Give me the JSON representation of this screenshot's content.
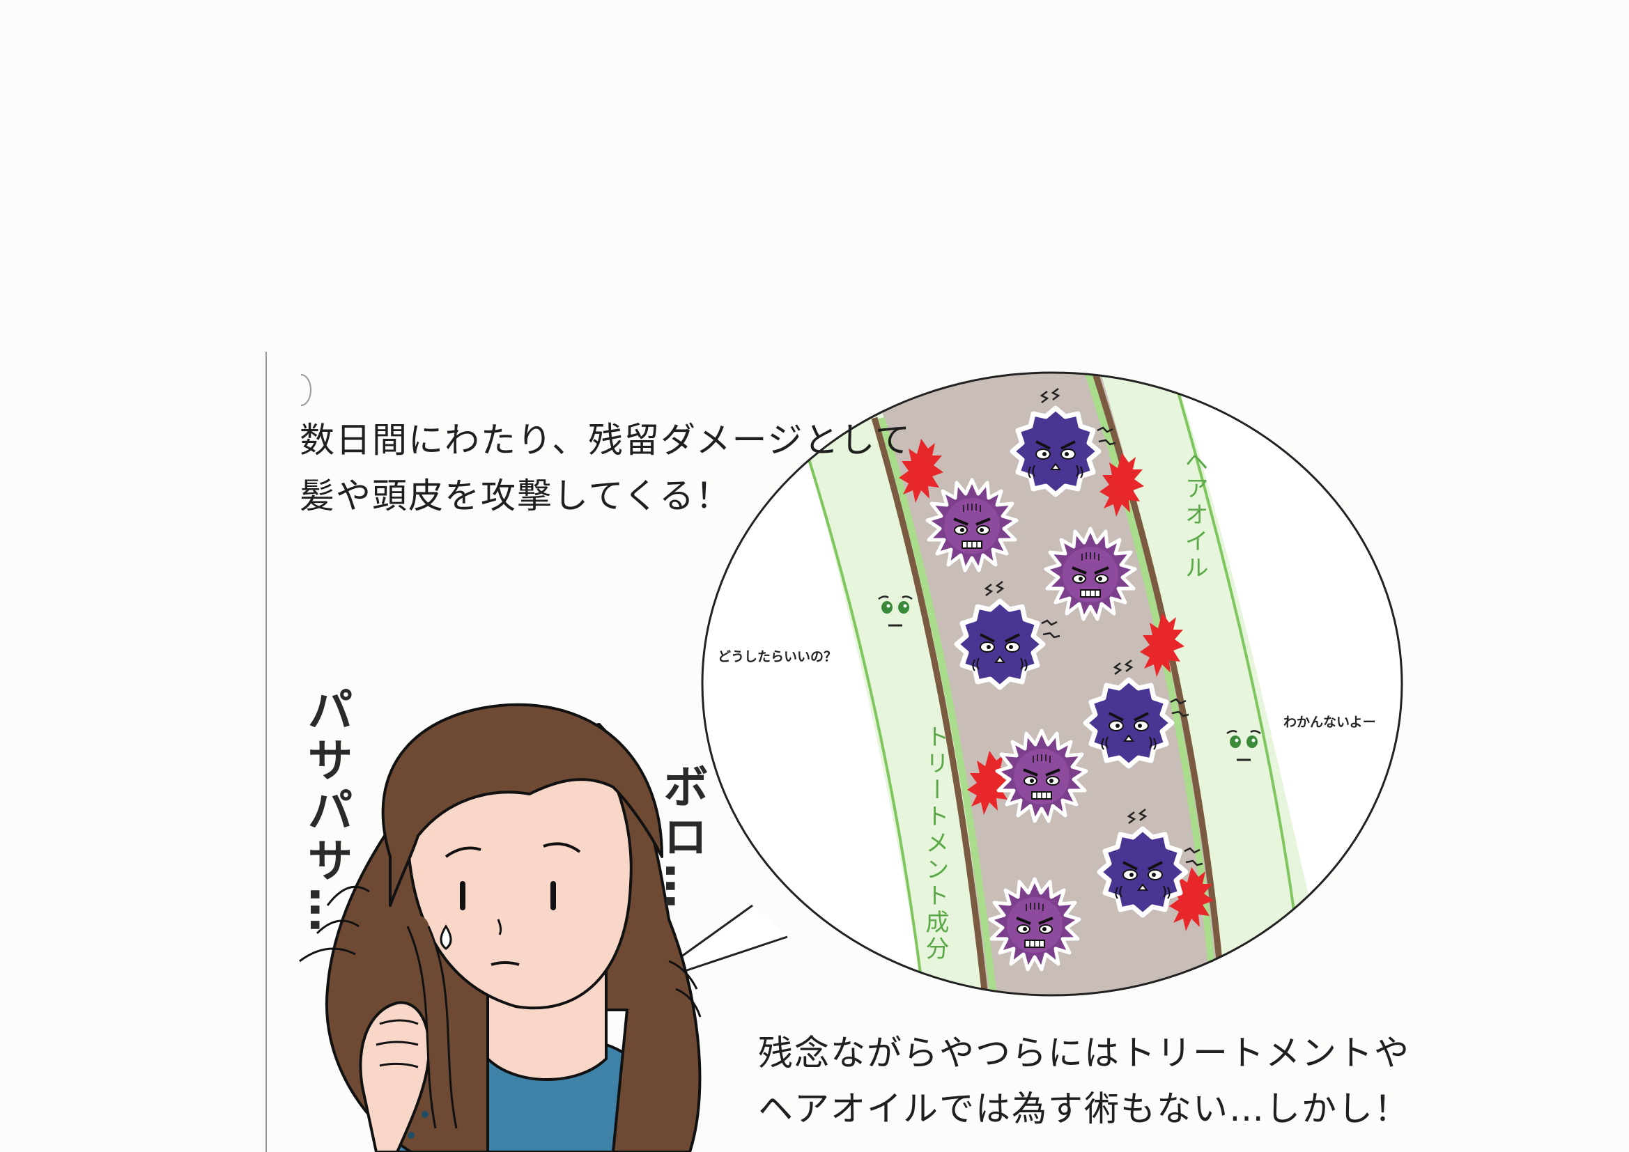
{
  "caption_top": {
    "line1": "数日間にわたり、残留ダメージとして",
    "line2": "髪や頭皮を攻撃してくる！"
  },
  "caption_bottom": {
    "line1": "残念ながらやつらにはトリートメントや",
    "line2": "ヘアオイルでは為す術もない…しかし！"
  },
  "sound_effects": {
    "pasapasa": "パサパサ…",
    "boro": "ボロ…"
  },
  "hair_labels": {
    "hair_oil": "ヘアオイル",
    "treatment": "トリートメント成分"
  },
  "speech": {
    "left": "どうしたらいいの？",
    "right": "わかんないよー"
  },
  "colors": {
    "cortex": "#c8bdb7",
    "layer_green": "#e7f5dc",
    "green_line": "#7fc65f",
    "cuticle_brown": "#7a5a40",
    "germ_dark": "#4a3692",
    "germ_spiky": "#7b3f8c",
    "damage_red": "#e8272a",
    "hair_brown": "#6e4a34",
    "skin": "#f8d6c8",
    "shirt": "#3f82a8"
  },
  "icons": [
    "germ-icon",
    "spiky-germ-icon",
    "damage-spark-icon",
    "sad-face-icon",
    "sweat-drop-icon"
  ]
}
